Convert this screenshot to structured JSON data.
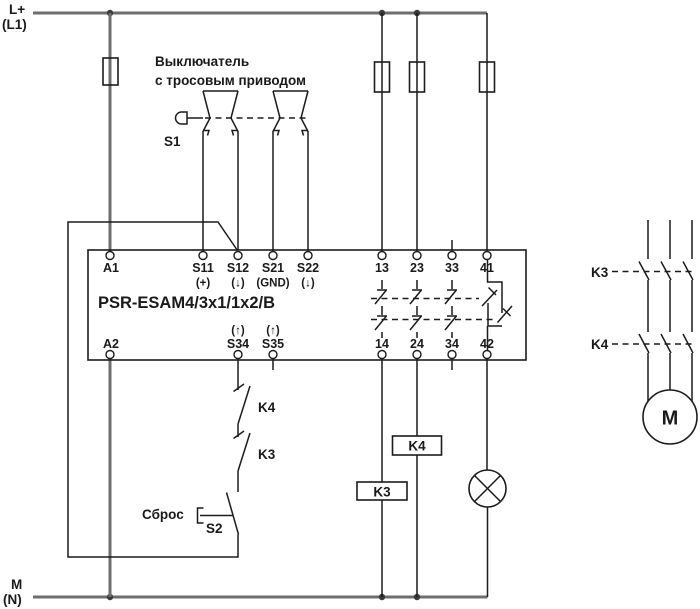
{
  "colors": {
    "bus_line": "#6e6e6e",
    "line": "#1c1c1c",
    "background": "#ffffff"
  },
  "power": {
    "top1": "L+",
    "top2": "(L1)",
    "bottom1": "M",
    "bottom2": "(N)"
  },
  "s1": {
    "caption1": "Выключатель",
    "caption2": "с тросовым приводом",
    "label": "S1"
  },
  "relay": {
    "title": "PSR-ESAM4/3x1/1x2/B",
    "top": [
      {
        "id": "A1",
        "sub": ""
      },
      {
        "id": "S11",
        "sub": "(+)"
      },
      {
        "id": "S12",
        "sub": "(↓)"
      },
      {
        "id": "S21",
        "sub": "(GND)"
      },
      {
        "id": "S22",
        "sub": "(↓)"
      },
      {
        "id": "13",
        "sub": ""
      },
      {
        "id": "23",
        "sub": ""
      },
      {
        "id": "33",
        "sub": ""
      },
      {
        "id": "41",
        "sub": ""
      }
    ],
    "bottom": [
      {
        "id": "A2",
        "sub": ""
      },
      {
        "id": "S34",
        "sub": "(↑)"
      },
      {
        "id": "S35",
        "sub": "(↑)"
      },
      {
        "id": "14",
        "sub": ""
      },
      {
        "id": "24",
        "sub": ""
      },
      {
        "id": "34",
        "sub": ""
      },
      {
        "id": "42",
        "sub": ""
      }
    ]
  },
  "reset": {
    "k4": "K4",
    "k3": "K3",
    "caption": "Сброс",
    "s2": "S2"
  },
  "coils": {
    "k3": "K3",
    "k4": "K4"
  },
  "motor": {
    "k3": "K3",
    "k4": "K4",
    "label": "M"
  }
}
